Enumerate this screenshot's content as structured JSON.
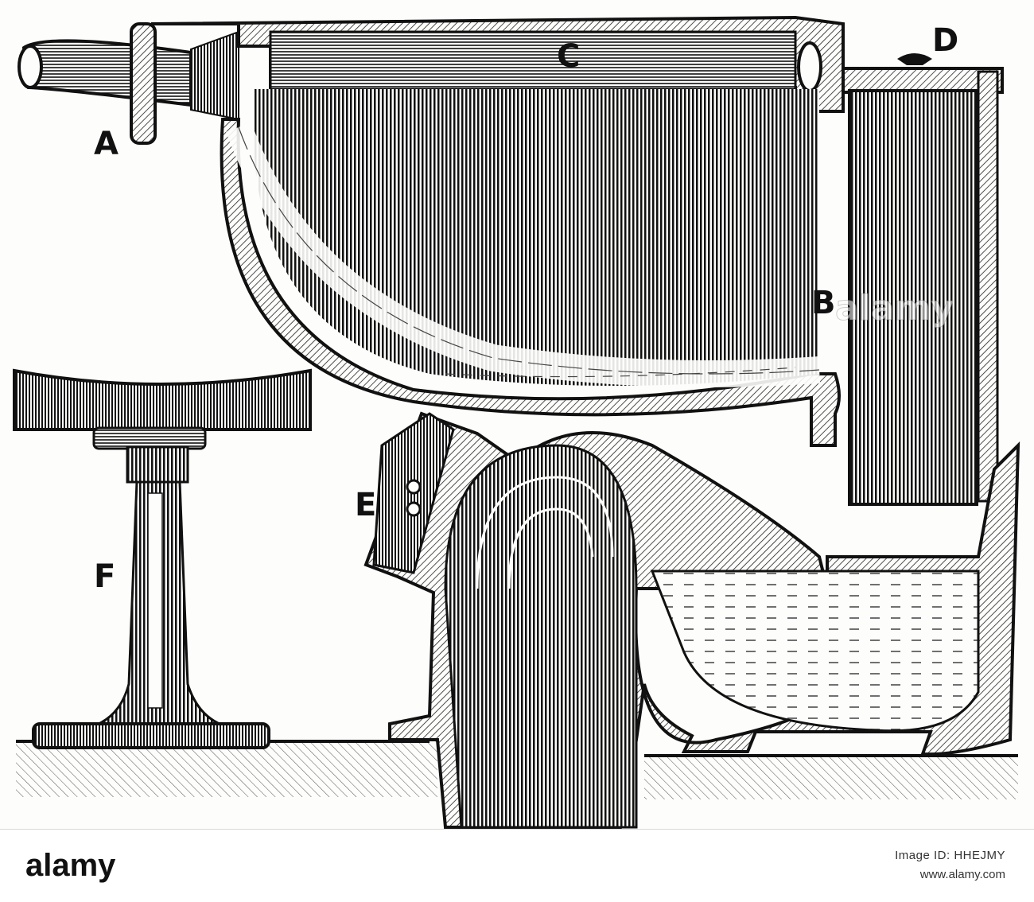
{
  "figure": {
    "callouts": {
      "A": "A",
      "B": "B",
      "C": "C",
      "D": "D",
      "E": "E",
      "F": "F"
    },
    "ink_color": "#111111",
    "paper_color": "#fdfdfb"
  },
  "watermark": {
    "word": "alamy",
    "logo_text": "alamy"
  },
  "footer": {
    "image_id": "Image ID: HHEJMY",
    "url": "www.alamy.com",
    "logo_alt": "alamy"
  }
}
